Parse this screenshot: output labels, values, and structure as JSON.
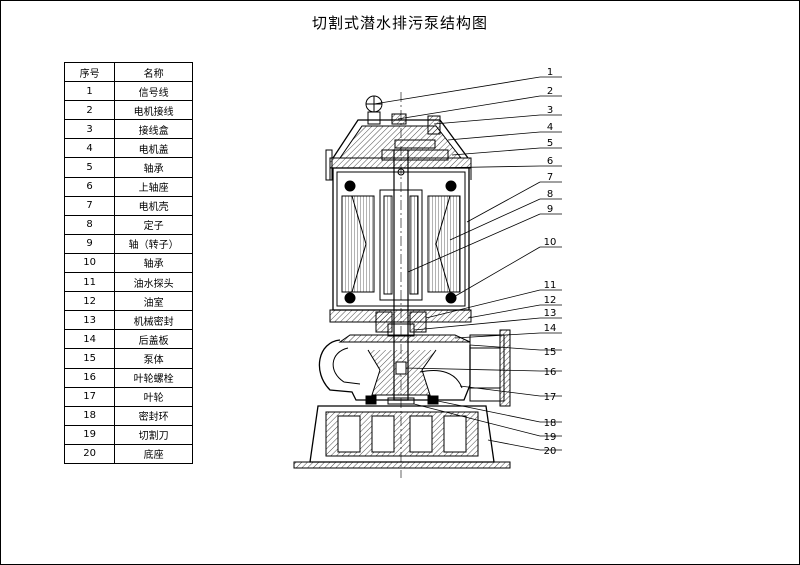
{
  "title": "切割式潜水排污泵结构图",
  "table": {
    "headers": [
      "序号",
      "名称"
    ],
    "rows": [
      [
        "1",
        "信号线"
      ],
      [
        "2",
        "电机接线"
      ],
      [
        "3",
        "接线盒"
      ],
      [
        "4",
        "电机盖"
      ],
      [
        "5",
        "轴承"
      ],
      [
        "6",
        "上轴座"
      ],
      [
        "7",
        "电机壳"
      ],
      [
        "8",
        "定子"
      ],
      [
        "9",
        "轴（转子）"
      ],
      [
        "10",
        "轴承"
      ],
      [
        "11",
        "油水探头"
      ],
      [
        "12",
        "油室"
      ],
      [
        "13",
        "机械密封"
      ],
      [
        "14",
        "后盖板"
      ],
      [
        "15",
        "泵体"
      ],
      [
        "16",
        "叶轮螺栓"
      ],
      [
        "17",
        "叶轮"
      ],
      [
        "18",
        "密封环"
      ],
      [
        "19",
        "切割刀"
      ],
      [
        "20",
        "底座"
      ]
    ]
  },
  "callouts": [
    "1",
    "2",
    "3",
    "4",
    "5",
    "6",
    "7",
    "8",
    "9",
    "10",
    "11",
    "12",
    "13",
    "14",
    "15",
    "16",
    "17",
    "18",
    "19",
    "20"
  ]
}
